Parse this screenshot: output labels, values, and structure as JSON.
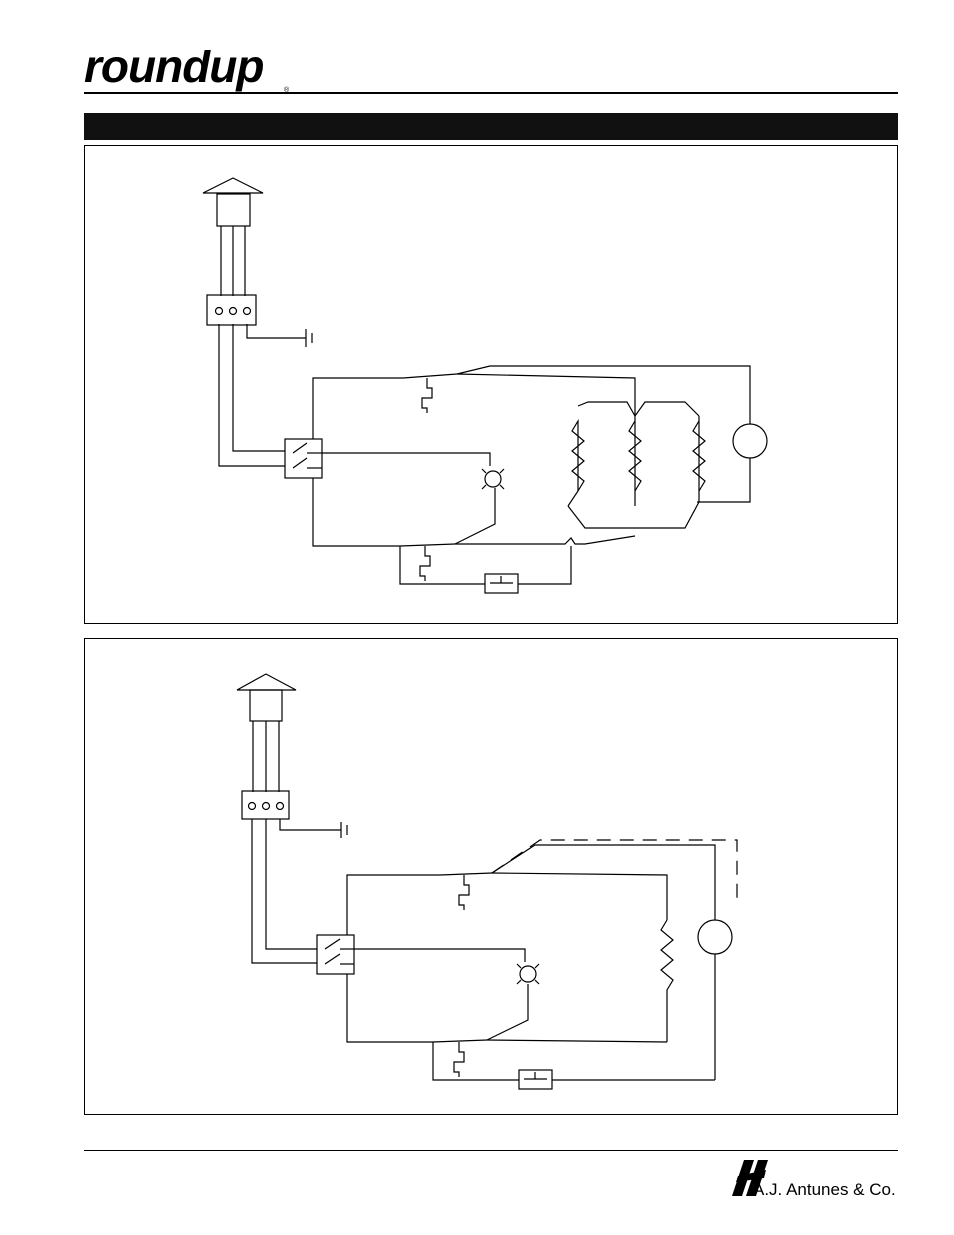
{
  "header": {
    "brand": "roundup",
    "trademark": "®"
  },
  "title_bar": {
    "text": ""
  },
  "diagrams": [
    {
      "id": "schematic-three-element"
    },
    {
      "id": "schematic-single-element"
    }
  ],
  "footer": {
    "manufacturer": "A.J. Antunes & Co.",
    "trademark": "®"
  },
  "colors": {
    "ink": "#000000",
    "bar": "#111111",
    "paper": "#ffffff"
  }
}
